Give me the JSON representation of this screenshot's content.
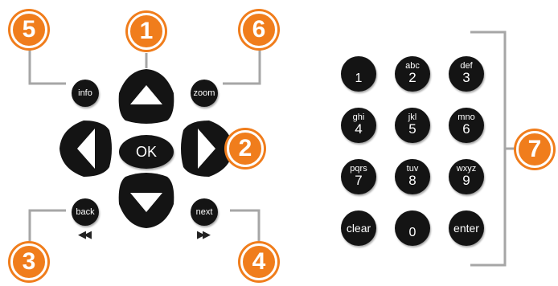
{
  "callouts": {
    "c1": "1",
    "c2": "2",
    "c3": "3",
    "c4": "4",
    "c5": "5",
    "c6": "6",
    "c7": "7"
  },
  "remote": {
    "info": "info",
    "zoom": "zoom",
    "ok": "OK",
    "back": "back",
    "next": "next",
    "back_icon": "skip-back-icon",
    "next_icon": "skip-forward-icon"
  },
  "keypad": [
    {
      "letters": "",
      "digit": "1"
    },
    {
      "letters": "abc",
      "digit": "2"
    },
    {
      "letters": "def",
      "digit": "3"
    },
    {
      "letters": "ghi",
      "digit": "4"
    },
    {
      "letters": "jkl",
      "digit": "5"
    },
    {
      "letters": "mno",
      "digit": "6"
    },
    {
      "letters": "pqrs",
      "digit": "7"
    },
    {
      "letters": "tuv",
      "digit": "8"
    },
    {
      "letters": "wxyz",
      "digit": "9"
    },
    {
      "letters": "",
      "digit": "clear"
    },
    {
      "letters": "",
      "digit": "0"
    },
    {
      "letters": "",
      "digit": "enter"
    }
  ],
  "colors": {
    "callout": "#f07d1c",
    "button": "#141414",
    "leader": "#a6a6a6"
  }
}
